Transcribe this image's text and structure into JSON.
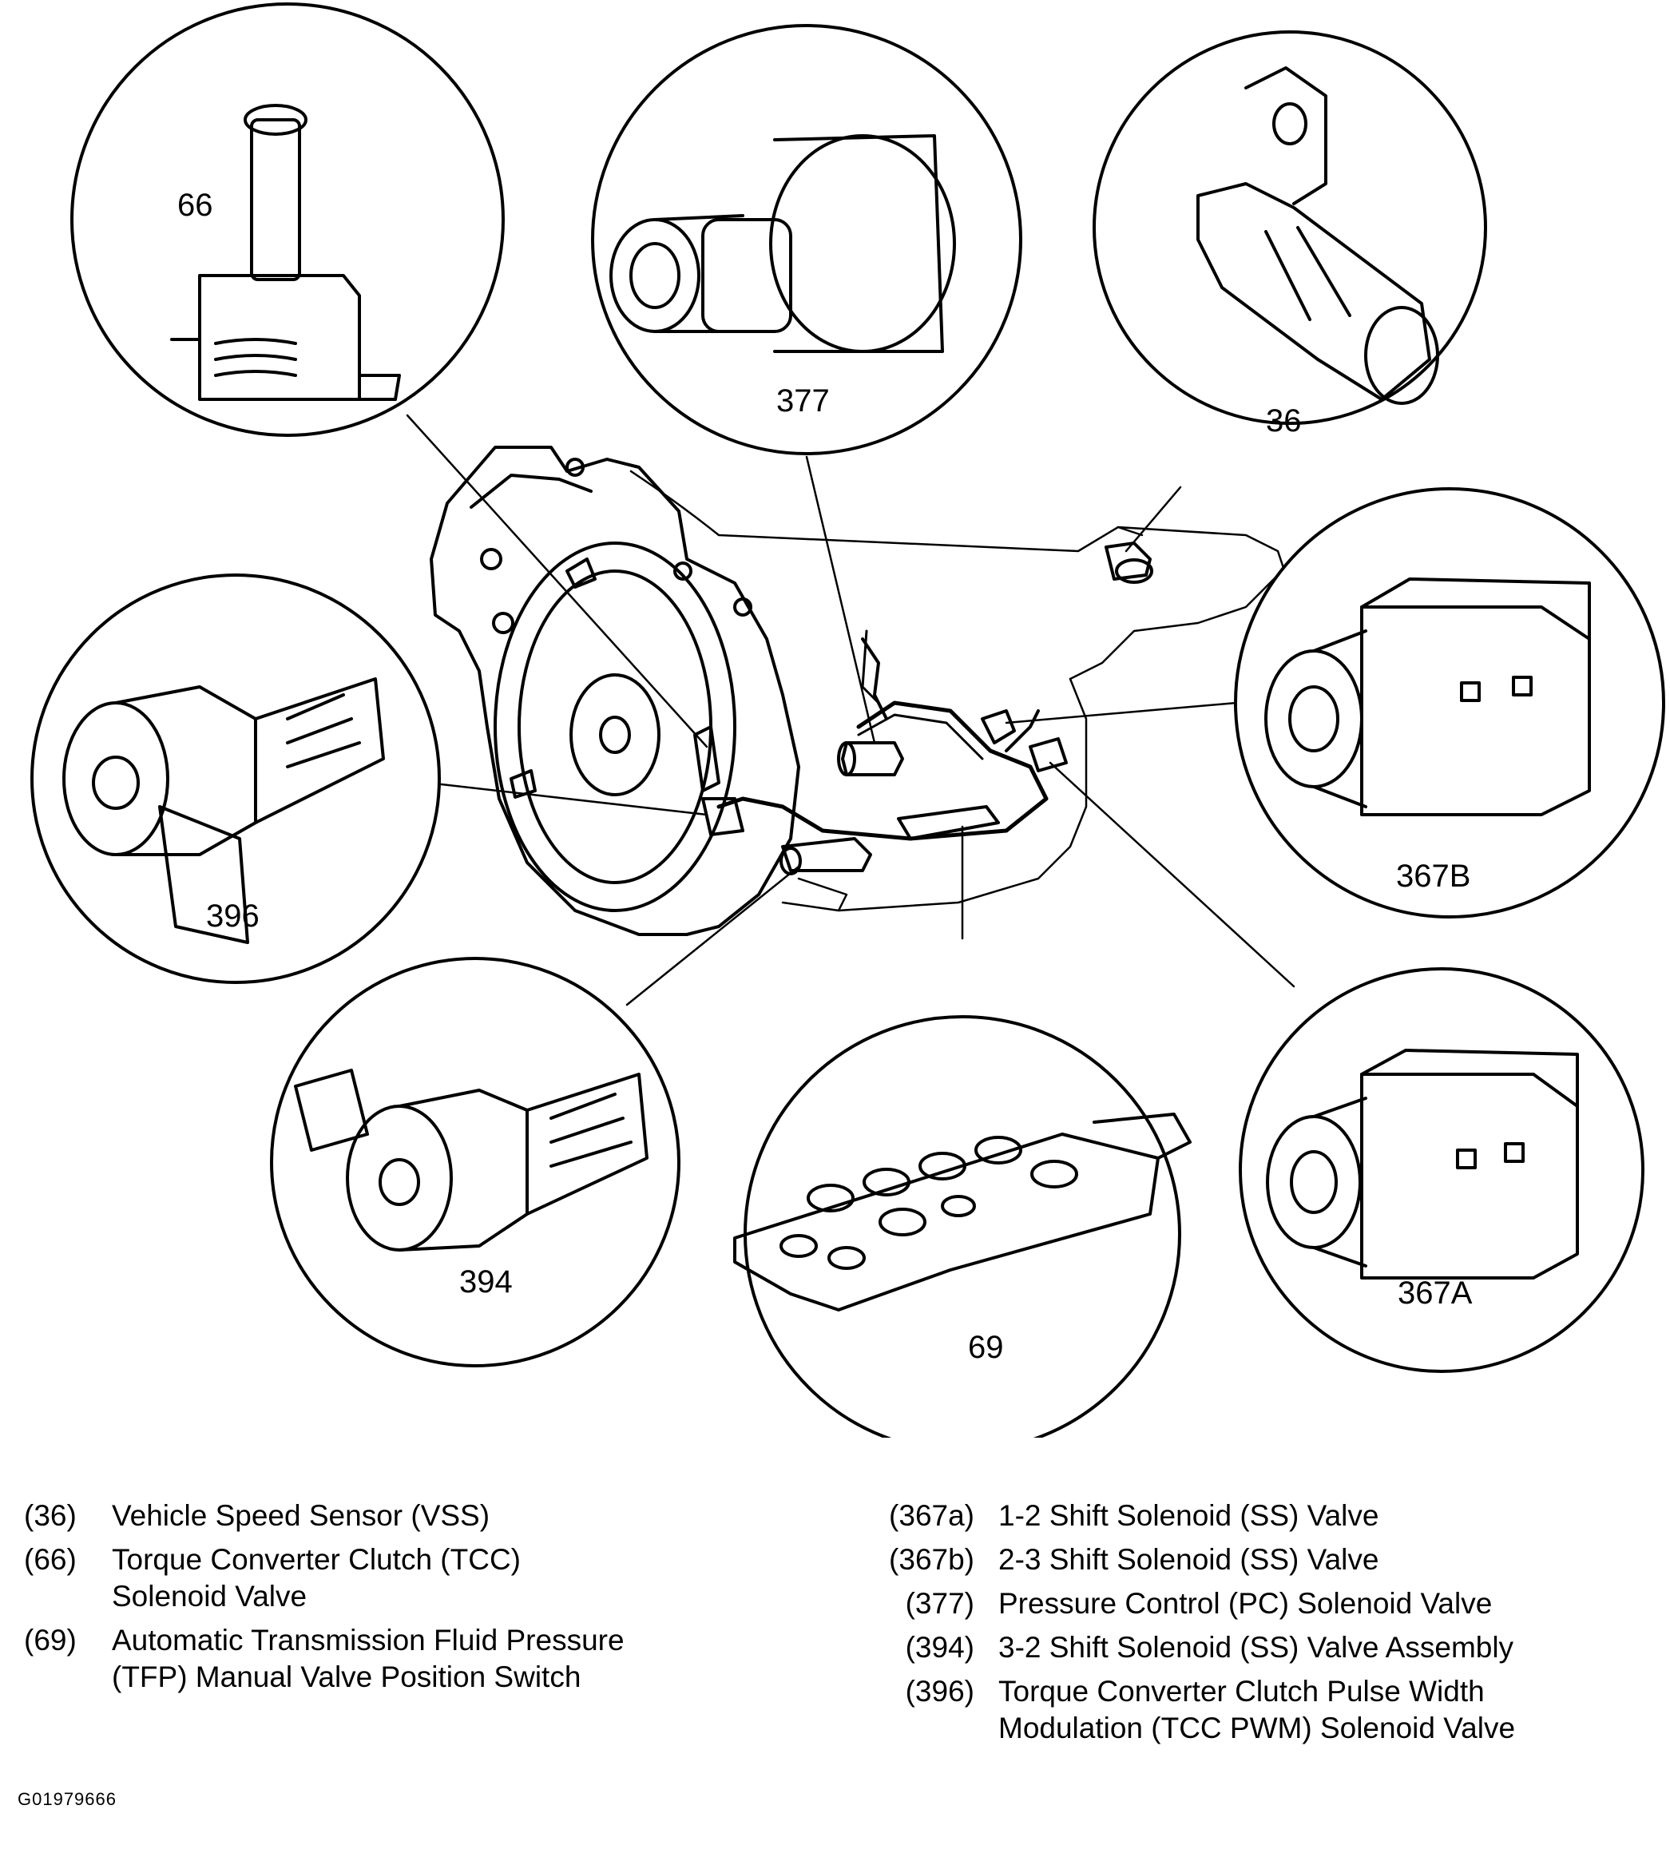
{
  "callouts": {
    "c66": "66",
    "c377": "377",
    "c36": "36",
    "c396": "396",
    "c367b": "367B",
    "c394": "394",
    "c69": "69",
    "c367a": "367A"
  },
  "legend_left": [
    {
      "code": "(36)",
      "desc": "Vehicle Speed Sensor (VSS)"
    },
    {
      "code": "(66)",
      "desc": "Torque Converter Clutch (TCC) Solenoid Valve"
    },
    {
      "code": "(69)",
      "desc": "Automatic Transmission Fluid Pressure (TFP) Manual Valve Position Switch"
    }
  ],
  "legend_right": [
    {
      "code": "(367a)",
      "desc": "1-2 Shift Solenoid (SS) Valve"
    },
    {
      "code": "(367b)",
      "desc": "2-3 Shift Solenoid (SS) Valve"
    },
    {
      "code": "(377)",
      "desc": "Pressure Control (PC) Solenoid Valve"
    },
    {
      "code": "(394)",
      "desc": "3-2 Shift Solenoid (SS) Valve Assembly"
    },
    {
      "code": "(396)",
      "desc": "Torque Converter Clutch Pulse Width Modulation (TCC PWM) Solenoid Valve"
    }
  ],
  "figure_id": "G01979666"
}
